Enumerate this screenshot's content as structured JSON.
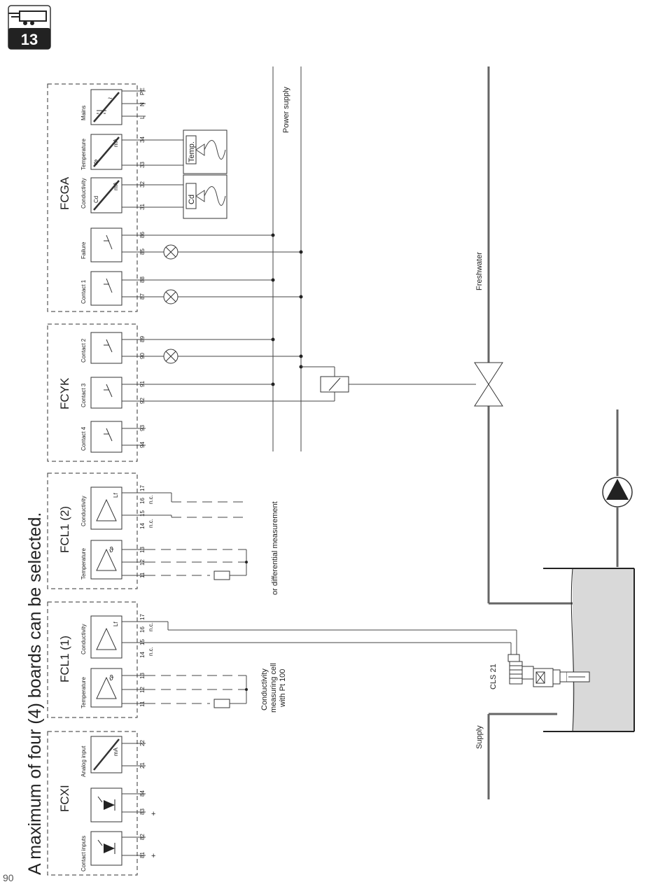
{
  "header": {
    "badge_number": "13"
  },
  "page_number": "90",
  "headline": "A maximum of four (4) boards can be selected.",
  "labels": {
    "power_supply": "Power supply",
    "freshwater": "Freshwater",
    "supply": "Supply",
    "cell_model": "CLS 21",
    "cell_desc_1": "Conductivity",
    "cell_desc_2": "measuring cell",
    "cell_desc_3": "with Pt 100",
    "differential": "or differential measurement",
    "temp_probe": "Temp.",
    "cd_probe": "Cd",
    "nc": "n.c.",
    "mains_tag": "Mains",
    "mains_sign": "~",
    "ma": "mA",
    "lf": "Lf",
    "cd_small": "Cd",
    "theta": "ϑ",
    "plus": "+",
    "minus": "−"
  },
  "boards": {
    "fcxi": {
      "name": "FCXI",
      "blocks": [
        "Contact inputs",
        "Analog input"
      ],
      "terminals": [
        "81",
        "82",
        "83",
        "84",
        "21",
        "22"
      ]
    },
    "fcl1_1": {
      "name": "FCL1 (1)",
      "blocks": [
        "Temperature",
        "Conductivity"
      ],
      "terminals": [
        "11",
        "12",
        "13",
        "14",
        "15",
        "16",
        "17"
      ]
    },
    "fcl1_2": {
      "name": "FCL1 (2)",
      "blocks": [
        "Temperature",
        "Conductivity"
      ],
      "terminals": [
        "11",
        "12",
        "13",
        "14",
        "15",
        "16",
        "17"
      ]
    },
    "fcyk": {
      "name": "FCYK",
      "blocks": [
        "Contact 4",
        "Contact 3",
        "Contact 2"
      ],
      "terminals": [
        "94",
        "93",
        "92",
        "91",
        "90",
        "89"
      ]
    },
    "fcga": {
      "name": "FCGA",
      "blocks": [
        "Contact 1",
        "Failure",
        "Conductivity",
        "Temperature",
        "Mains"
      ],
      "terminals": [
        "87",
        "88",
        "85",
        "86",
        "31",
        "32",
        "33",
        "34",
        "L",
        "N",
        "PE"
      ]
    }
  }
}
